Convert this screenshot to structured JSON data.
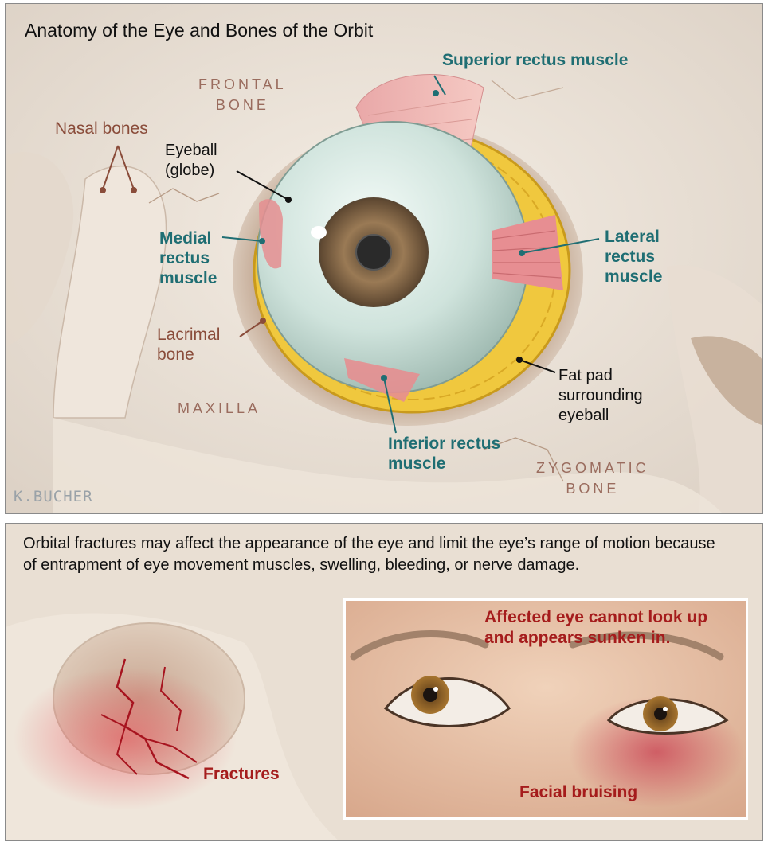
{
  "top": {
    "title": "Anatomy of the Eye and Bones of the Orbit",
    "labels": {
      "superior_rectus": "Superior rectus muscle",
      "frontal_bone_1": "FRONTAL",
      "frontal_bone_2": "BONE",
      "nasal_bones": "Nasal bones",
      "eyeball_1": "Eyeball",
      "eyeball_2": "(globe)",
      "medial_1": "Medial",
      "medial_2": "rectus",
      "medial_3": "muscle",
      "lateral_1": "Lateral",
      "lateral_2": "rectus",
      "lateral_3": "muscle",
      "lacrimal_1": "Lacrimal",
      "lacrimal_2": "bone",
      "maxilla": "MAXILLA",
      "fat_1": "Fat pad",
      "fat_2": "surrounding",
      "fat_3": "eyeball",
      "inferior_1": "Inferior rectus",
      "inferior_2": "muscle",
      "zygomatic_1": "ZYGOMATIC",
      "zygomatic_2": "BONE"
    },
    "signature": "K.BUCHER"
  },
  "bottom": {
    "description": "Orbital fractures may affect the appearance of the eye and limit the eye’s range of motion because of entrapment of eye movement muscles, swelling, bleeding, or nerve damage.",
    "fractures_label": "Fractures",
    "inset_caption_1": "Affected eye cannot look up",
    "inset_caption_2": "and appears sunken in.",
    "bruising_label": "Facial bruising"
  }
}
